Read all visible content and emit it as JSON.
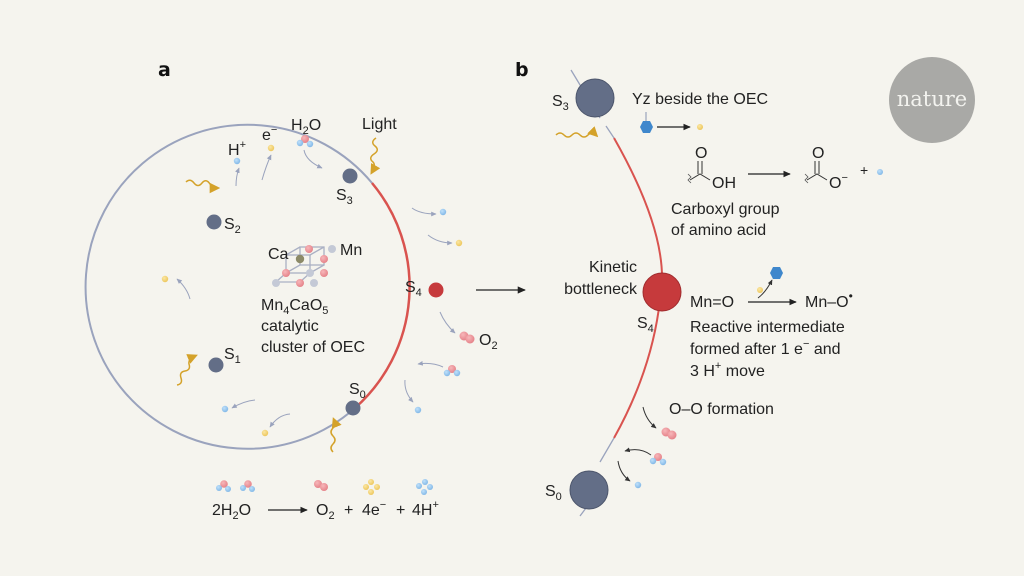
{
  "panel_a": {
    "label": "a",
    "states": {
      "s0": {
        "base": "S",
        "sub": "0"
      },
      "s1": {
        "base": "S",
        "sub": "1"
      },
      "s2": {
        "base": "S",
        "sub": "2"
      },
      "s3": {
        "base": "S",
        "sub": "3"
      },
      "s4": {
        "base": "S",
        "sub": "4"
      }
    },
    "labels": {
      "h_plus": {
        "base": "H",
        "sup": "+"
      },
      "e_minus": {
        "base": "e",
        "sup": "−"
      },
      "h2o": {
        "base": "H",
        "sub": "2",
        "tail": "O"
      },
      "light": "Light",
      "o2": {
        "base": "O",
        "sub": "2"
      }
    },
    "cluster": {
      "ca_label": "Ca",
      "mn_label": "Mn",
      "formula": {
        "p1": "Mn",
        "s1": "4",
        "p2": "CaO",
        "s2": "5"
      },
      "line2": "catalytic",
      "line3": "cluster of OEC"
    },
    "equation": {
      "reactant": {
        "coef": "2H",
        "sub": "2",
        "tail": "O"
      },
      "product_o2": {
        "base": "O",
        "sub": "2"
      },
      "plus1": "+",
      "electrons": {
        "base": "4e",
        "sup": "−"
      },
      "plus2": "+",
      "protons": {
        "base": "4H",
        "sup": "+"
      }
    }
  },
  "panel_b": {
    "label": "b",
    "states": {
      "s3": {
        "base": "S",
        "sub": "3"
      },
      "s4": {
        "base": "S",
        "sub": "4"
      },
      "s0": {
        "base": "S",
        "sub": "0"
      }
    },
    "yz_label": "Yz beside the OEC",
    "carboxyl": {
      "o_top": "O",
      "oh": "OH",
      "o_minus": {
        "base": "O",
        "sup": "−"
      },
      "plus": "+",
      "caption_line1": "Carboxyl group",
      "caption_line2": "of amino acid"
    },
    "bottleneck": {
      "line1": "Kinetic",
      "line2": "bottleneck"
    },
    "reaction": {
      "reactant": "Mn=O",
      "product": {
        "base": "Mn–O",
        "sup": "•"
      },
      "caption_line1": "Reactive intermediate",
      "caption_line2": {
        "pre": "formed after 1 e",
        "sup": "−",
        "post": " and"
      },
      "caption_line3": {
        "pre": "3 H",
        "sup": "+",
        "post": " move"
      }
    },
    "oo_formation": "O–O formation"
  },
  "logo": {
    "text": "nature"
  },
  "colors": {
    "background": "#f5f4ee",
    "state_node": "#636e87",
    "s4_node": "#c63a3c",
    "cycle_line": "#9aa3bd",
    "red_arc": "#d9534f",
    "proton": "#8ec1ec",
    "electron": "#f2d06a",
    "oxygen": "#ec8f95",
    "light": "#d4a22a",
    "tyrosine": "#3f87cc",
    "logo_circle": "#a9a9a6",
    "ca_atom": "#8c8a68",
    "mn_atom": "#c4c9d6"
  }
}
